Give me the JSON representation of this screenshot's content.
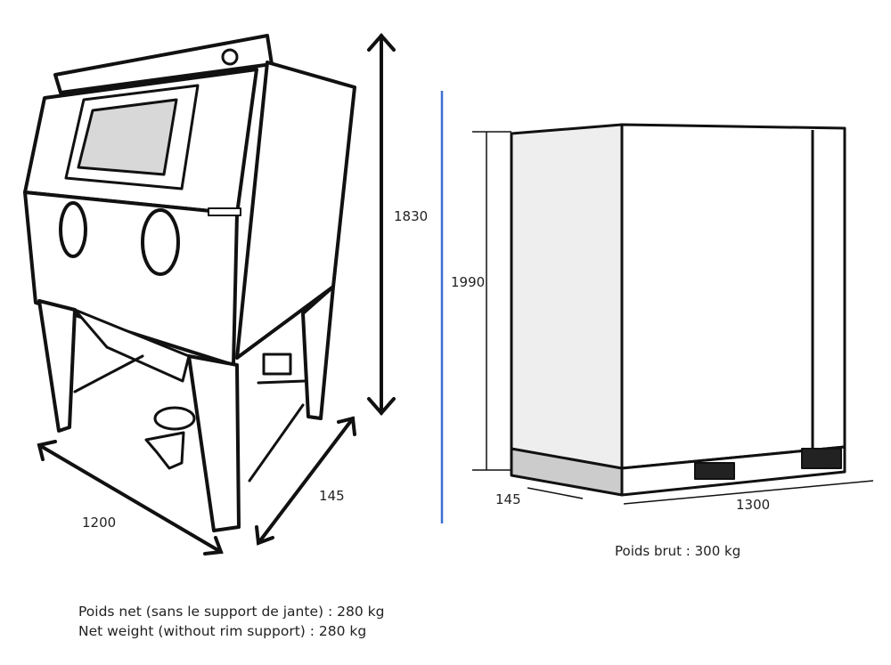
{
  "cabinet": {
    "height_label": "1830",
    "width_label": "1200",
    "depth_label": "145"
  },
  "crate": {
    "height_label": "1990",
    "depth_label": "145",
    "width_label": "1300",
    "gross_weight": "Poids brut : 300 kg"
  },
  "weights": {
    "net_fr": "Poids net (sans le support de jante) : 280 kg",
    "net_en": "Net weight (without rim support) : 280 kg"
  },
  "colors": {
    "line": "#111111",
    "separator": "#3a6fd0"
  }
}
